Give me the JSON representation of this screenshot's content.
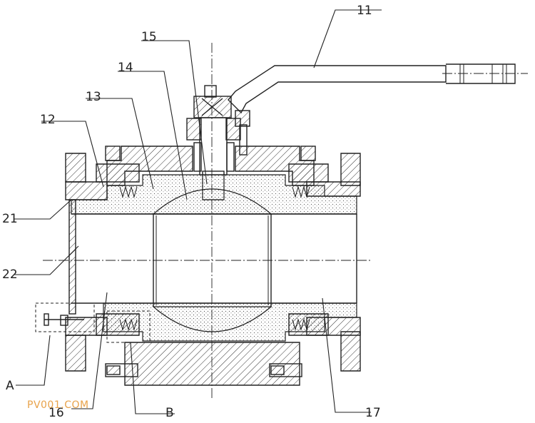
{
  "labels": {
    "n11": "11",
    "n15": "15",
    "n14": "14",
    "n13": "13",
    "n12": "12",
    "n21": "21",
    "n22": "22",
    "A": "A",
    "n16": "16",
    "B": "B",
    "n17": "17"
  },
  "watermark": "PV001.COM",
  "colors": {
    "line": "#222222",
    "watermark": "#e8a24a",
    "background": "#ffffff"
  }
}
